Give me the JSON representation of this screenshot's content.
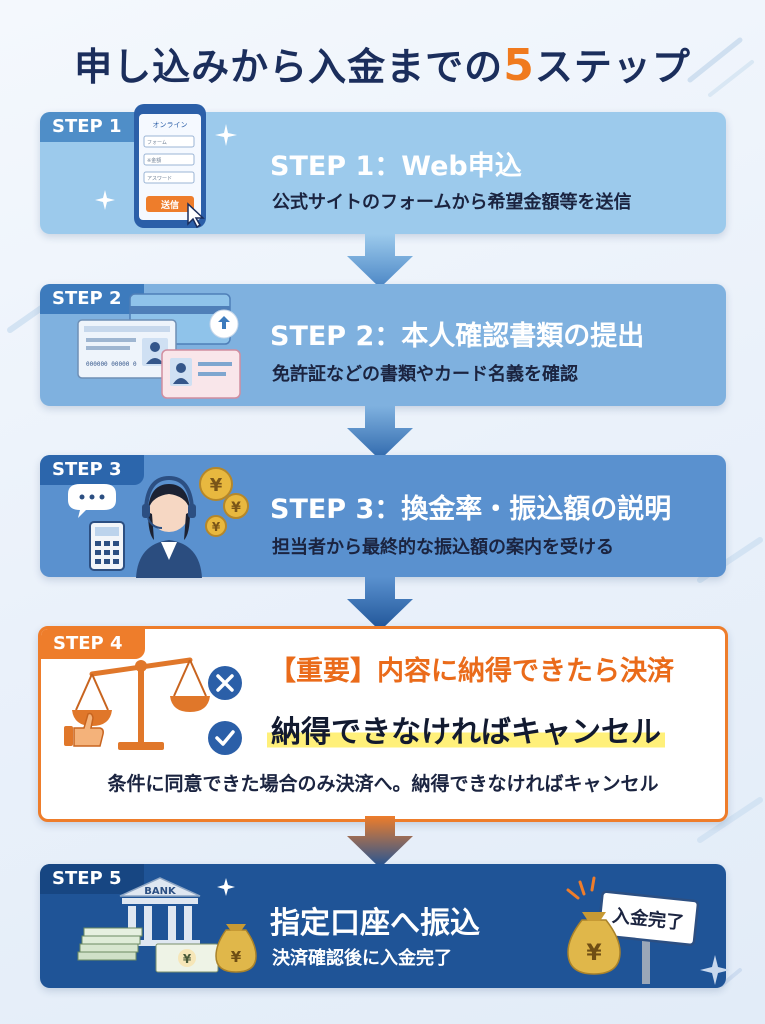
{
  "title": {
    "main": "申し込みから入金までの",
    "num": "5",
    "tail": "ステップ"
  },
  "steps": [
    {
      "badge": "STEP 1",
      "title": "STEP 1：Web申込",
      "desc": "公式サイトのフォームから希望金額等を送信",
      "phone": {
        "header": "オンライン",
        "fields": [
          "フォーム",
          "※金額",
          "アスワード"
        ],
        "button": "送信"
      }
    },
    {
      "badge": "STEP 2",
      "title": "STEP 2：本人確認書類の提出",
      "desc": "免許証などの書類やカード名義を確認",
      "license_number": "000000 00000 0"
    },
    {
      "badge": "STEP 3",
      "title": "STEP 3：換金率・振込額の説明",
      "desc": "担当者から最終的な振込額の案内を受ける",
      "coin_symbol": "¥"
    },
    {
      "badge": "STEP 4",
      "important": "【重要】内容に納得できたら決済",
      "highlight": "納得できなければキャンセル",
      "desc": "条件に同意できた場合のみ決済へ。納得できなければキャンセル"
    },
    {
      "badge": "STEP 5",
      "title": "指定口座へ振込",
      "desc": "決済確認後に入金完了",
      "bank_label": "BANK",
      "sign": "入金完了",
      "currency": "¥"
    }
  ],
  "colors": {
    "accent": "#ee7d2b",
    "navy": "#1b2e5c",
    "step1": "#9ccaec",
    "step2": "#7fb1df",
    "step3": "#5a91cf",
    "step5": "#1f5497"
  }
}
